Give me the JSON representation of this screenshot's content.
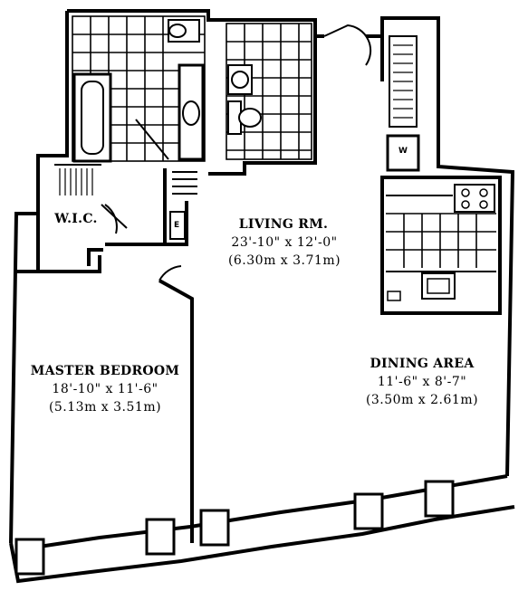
{
  "rooms": {
    "living": {
      "name": "LIVING RM.",
      "dim_imperial": "23'-10\" x 12'-0\"",
      "dim_metric": "(6.30m x 3.71m)"
    },
    "master": {
      "name": "MASTER BEDROOM",
      "dim_imperial": "18'-10\" x 11'-6\"",
      "dim_metric": "(5.13m x 3.51m)"
    },
    "dining": {
      "name": "DINING AREA",
      "dim_imperial": "11'-6\" x 8'-7\"",
      "dim_metric": "(3.50m x 2.61m)"
    },
    "wic": {
      "name": "W.I.C."
    }
  },
  "appliances": {
    "washer_dryer": "W",
    "closet_unit": "E"
  }
}
